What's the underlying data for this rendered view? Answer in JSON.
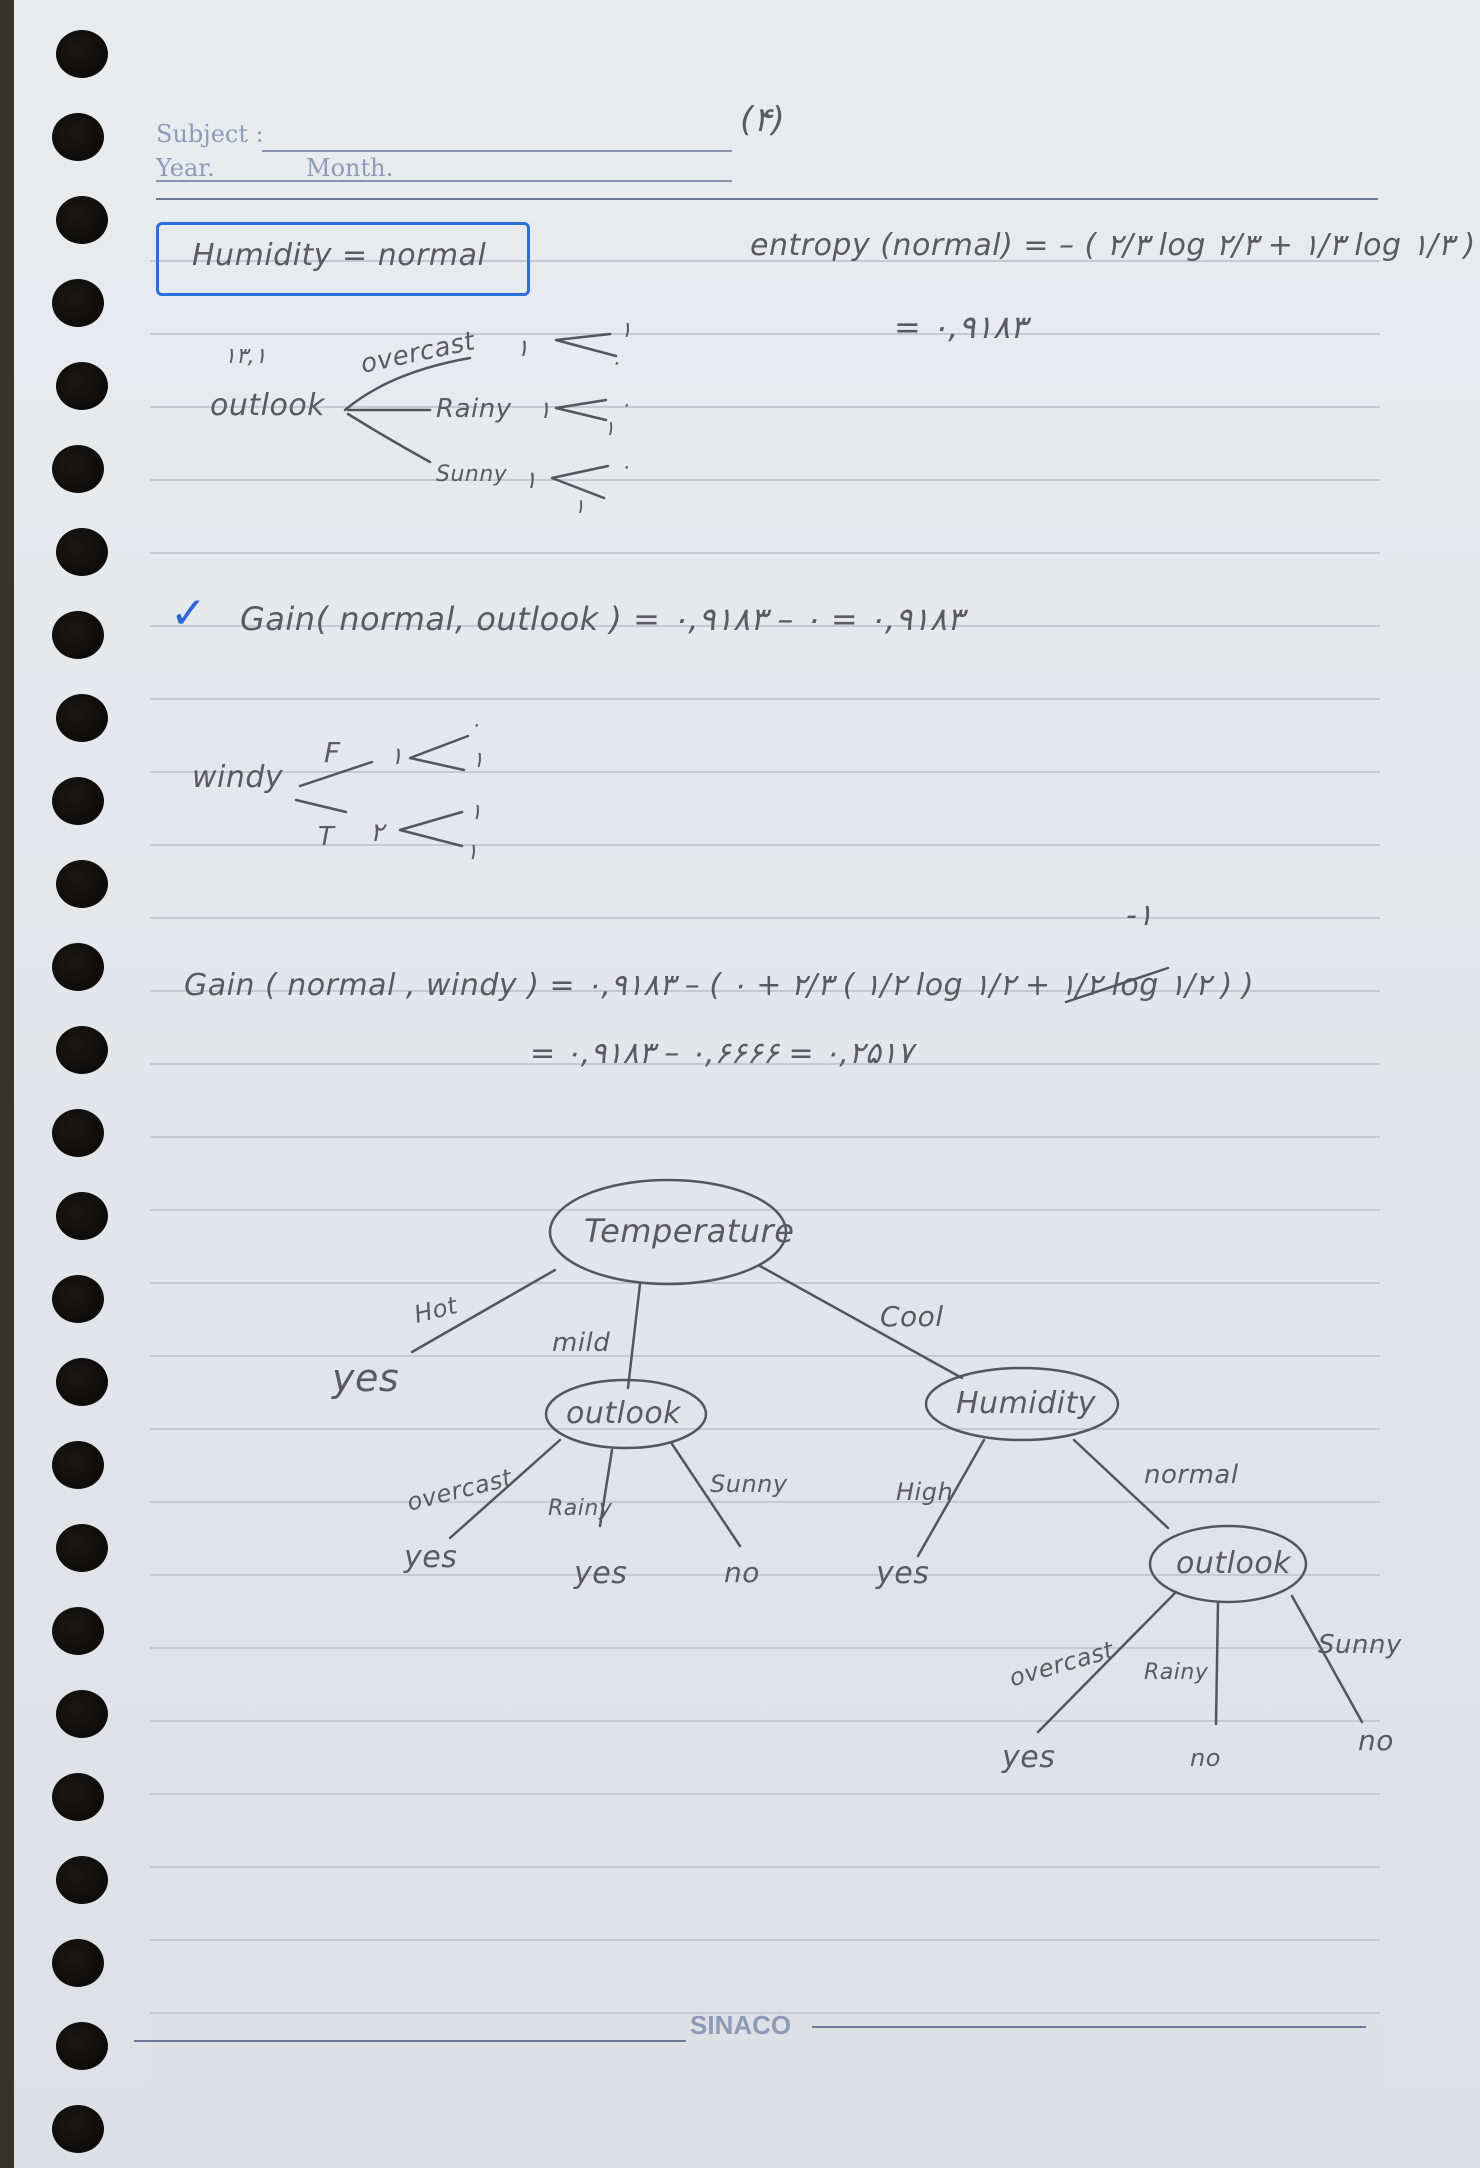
{
  "header": {
    "subject_label": "Subject :",
    "year_label": "Year.",
    "month_label": "Month.",
    "page_number": "(۴)"
  },
  "section_title": "Humidity = normal",
  "entropy": {
    "line1": "entropy (normal) = – ( ۲/۳ log ۲/۳ + ۱/۳ log ۱/۳ )",
    "line2": "= ۰,۹۱۸۳"
  },
  "outlook_split": {
    "counts": "۱۳,۱",
    "attribute": "outlook",
    "branches": [
      {
        "label": "overcast",
        "count": "۱",
        "y": "۱",
        "n": "۰"
      },
      {
        "label": "Rainy",
        "count": "۱",
        "y": "۰",
        "n": "۱"
      },
      {
        "label": "Sunny",
        "count": "۱",
        "y": "۰",
        "n": "۱"
      }
    ]
  },
  "gain_outlook": "Gain( normal, outlook ) = ۰,۹۱۸۳ – ۰ = ۰,۹۱۸۳",
  "windy_split": {
    "attribute": "windy",
    "branches": [
      {
        "label": "F",
        "count": "۱",
        "y": "۰",
        "n": "۱"
      },
      {
        "label": "T",
        "count": "۲",
        "y": "۱",
        "n": "۱"
      }
    ]
  },
  "gain_windy": {
    "note": "-۱",
    "line1": "Gain ( normal , windy ) = ۰,۹۱۸۳ – ( ۰ + ۲/۳ ( ۱/۲ log ۱/۲ + ۱/۲ log ۱/۲ ) )",
    "line2": "= ۰,۹۱۸۳ – ۰,۶۶۶۶ = ۰,۲۵۱۷"
  },
  "tree": {
    "root": "Temperature",
    "edges": {
      "hot": "Hot",
      "mild": "mild",
      "cool": "Cool",
      "overcast_left": "overcast",
      "rainy_left": "Rainy",
      "sunny_left": "Sunny",
      "high": "High",
      "normal": "normal",
      "overcast_right": "overcast",
      "rainy_right": "Rainy",
      "sunny_right": "Sunny"
    },
    "nodes": {
      "outlook_left": "outlook",
      "humidity": "Humidity",
      "outlook_right": "outlook"
    },
    "leaves": {
      "hot_yes": "yes",
      "ov_yes": "yes",
      "rainy_yes": "yes",
      "sunny_no": "no",
      "high_yes": "yes",
      "ov2_yes": "yes",
      "rainy2_no": "no",
      "sunny2_no": "no"
    }
  },
  "footer": {
    "brand": "SINACO"
  }
}
